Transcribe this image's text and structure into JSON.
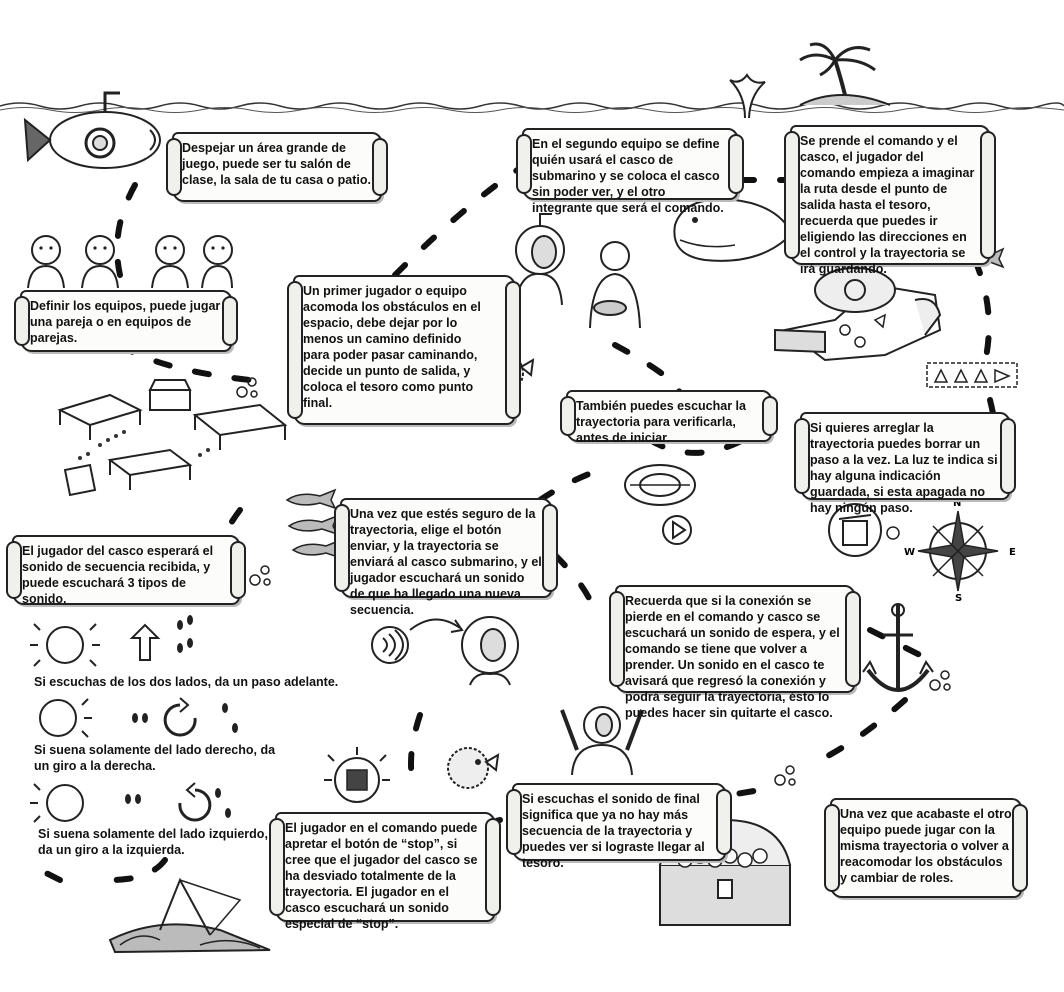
{
  "steps": {
    "s1": "Despejar un área grande de juego, puede ser tu salón de clase, la sala de tu casa o patio.",
    "s2": "Definir los equipos, puede jugar una pareja o en equipos de parejas.",
    "s3": "Un primer jugador o equipo acomoda los obstáculos en el espacio, debe dejar por lo menos un camino definido para poder pasar caminando, decide un punto de salida, y coloca el tesoro como punto final.",
    "s4": "En el segundo equipo se define quién usará el casco de submarino y se coloca el casco sin poder ver, y el otro integrante que será el comando.",
    "s5": "Se prende el comando y el casco, el jugador del comando empieza a imaginar la ruta desde el punto de salida hasta el tesoro, recuerda que puedes ir eligiendo las direcciones en el control y la trayectoria se irá guardando.",
    "s6": "También puedes escuchar la trayectoria para verificarla, antes de iniciar.",
    "s7": "Si quieres arreglar la trayectoria puedes borrar un paso a la vez. La luz te indica si hay alguna indicación guardada, si esta apagada no hay ningún paso.",
    "s8": "Una vez que estés seguro de la trayectoria, elige el botón enviar, y la trayectoria se enviará al casco submarino, y el jugador escuchará un sonido de que ha llegado una nueva secuencia.",
    "s9": "El jugador del casco esperará el sonido de secuencia recibida, y puede escuchará 3 tipos de sonido.",
    "s10": "Recuerda que si la conexión se pierde en el comando y casco se escuchará un sonido de espera, y el comando se tiene que volver a prender. Un sonido en el casco te avisará que regresó la conexión y podrá seguir la trayectoria, ésto lo puedes hacer sin quitarte el casco.",
    "s11": "El jugador en el comando puede apretar el botón de “stop”, si cree que el jugador del casco se ha desviado totalmente de la trayectoria. El jugador en el casco escuchará un sonido especial de “stop”.",
    "s12": "Si escuchas el sonido de final significa que ya no hay más secuencia de la trayectoria y puedes ver si lograste  llegar al tesoro.",
    "s13": "Una vez que acabaste el otro equipo puede jugar con la misma trayectoria o volver a reacomodar los obstáculos y cambiar de roles."
  },
  "sounds": {
    "both": "Si escuchas de los dos lados, da un paso adelante.",
    "right": "Si suena solamente del  lado derecho, da un giro a la derecha.",
    "left": "Si suena solamente del  lado izquierdo, da un giro a la izquierda."
  },
  "compass": {
    "n": "N",
    "s": "S",
    "e": "E",
    "w": "W"
  }
}
